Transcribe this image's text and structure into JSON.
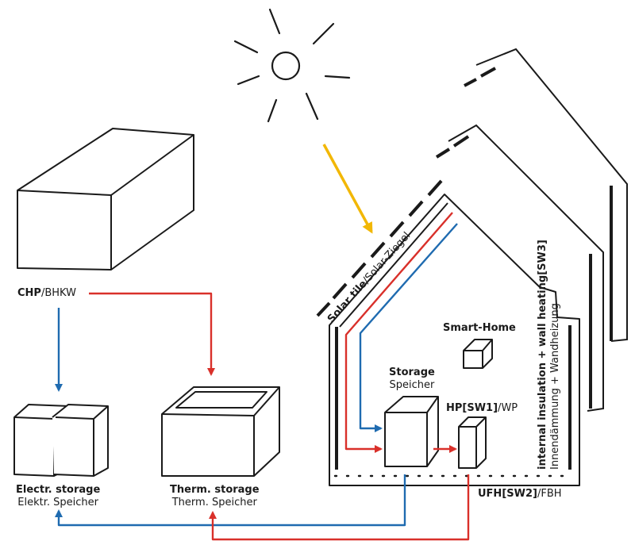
{
  "labels": {
    "chp": {
      "bold": "CHP",
      "sep": "/",
      "normal": "BHKW"
    },
    "electr_storage": {
      "line1": "Electr. storage",
      "line2": "Elektr. Speicher"
    },
    "therm_storage": {
      "line1": "Therm. storage",
      "line2": "Therm. Speicher"
    },
    "storage": {
      "line1": "Storage",
      "line2": "Speicher"
    },
    "smart_home": "Smart-Home",
    "hp": {
      "bold": "HP[SW1]",
      "sep": "/",
      "normal": "WP"
    },
    "ufh": {
      "bold": "UFH[SW2]",
      "sep": "/",
      "normal": "FBH"
    },
    "solar_tile": {
      "bold": "Solar tile",
      "sep": "/",
      "normal": "Solar-Ziegel"
    },
    "insulation": {
      "line1": "internal insulation + wall heating[SW3]",
      "line2": "Innendämmung + Wandheizung"
    }
  },
  "colors": {
    "heat_line": "#d9302a",
    "cold_line": "#1f6bb0",
    "sun_arrow": "#f2b705",
    "ink": "#1a1a1a"
  }
}
